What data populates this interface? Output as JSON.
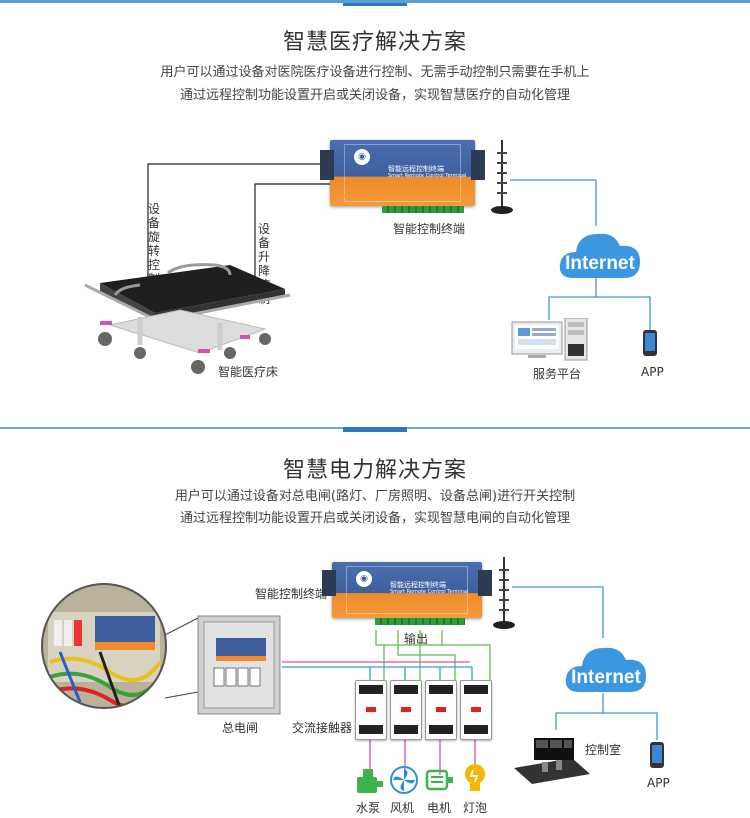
{
  "section1": {
    "title": "智慧医疗解决方案",
    "desc_line1": "用户可以通过设备对医院医疗设备进行控制、无需手动控制只需要在手机上",
    "desc_line2": "通过远程控制功能设置开启或关闭设备，实现智慧医疗的自动化管理",
    "labels": {
      "rotate_control": "设备旋转控制",
      "lift_control": "设备升降控制",
      "terminal": "智能控制终端",
      "bed": "智能医疗床",
      "platform": "服务平台",
      "app": "APP",
      "internet": "Internet"
    }
  },
  "section2": {
    "title": "智慧电力解决方案",
    "desc_line1": "用户可以通过设备对总电闸(路灯、厂房照明、设备总闸)进行开关控制",
    "desc_line2": "通过远程控制功能设置开启或关闭设备，实现智慧电闸的自动化管理",
    "labels": {
      "terminal": "智能控制终端",
      "output": "输出",
      "main_switch": "总电闸",
      "contactor": "交流接触器",
      "control_room": "控制室",
      "app": "APP",
      "internet": "Internet",
      "pump": "水泵",
      "fan": "风机",
      "motor": "电机",
      "lamp": "灯泡"
    }
  },
  "device": {
    "title": "智能远程控制终端",
    "subtitle": "Smart Remote Control Terminal"
  },
  "colors": {
    "accent": "#2a79c0",
    "cloud": "#3a97e0",
    "wire_pink": "#d94fb0",
    "wire_green": "#5cbf4f",
    "wire_blue": "#3a97e0",
    "icon_green": "#3bb54a",
    "icon_blue": "#2f8fd6",
    "icon_yellow": "#f5b800"
  }
}
